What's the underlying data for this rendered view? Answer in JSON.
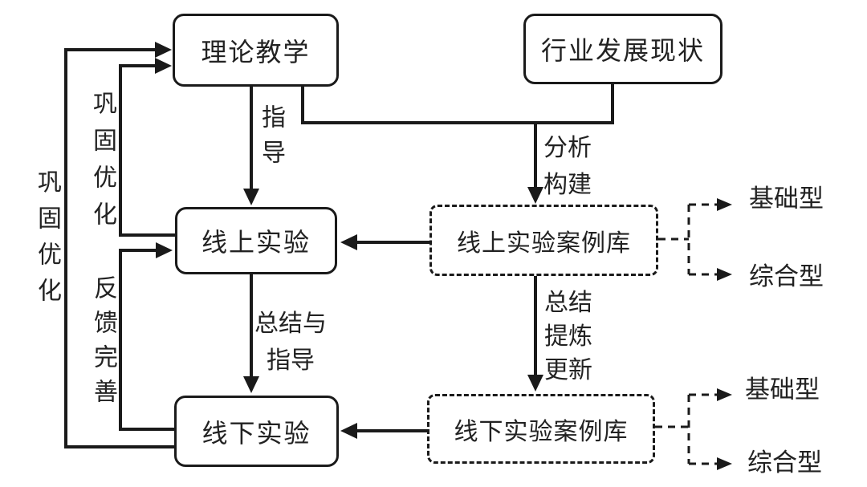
{
  "diagram": {
    "background": "#ffffff",
    "line_color": "#1a1a1a",
    "text_color": "#222222",
    "nodes": {
      "theory": {
        "label": "理论教学",
        "style": "solid"
      },
      "industry": {
        "label": "行业发展现状",
        "style": "solid"
      },
      "online_experiment": {
        "label": "线上实验",
        "style": "solid"
      },
      "online_case_library": {
        "label": "线上实验案例库",
        "style": "dashed"
      },
      "offline_experiment": {
        "label": "线下实验",
        "style": "solid"
      },
      "offline_case_library": {
        "label": "线下实验案例库",
        "style": "dashed"
      },
      "online_basic_type": {
        "label": "基础型"
      },
      "online_comprehensive_type": {
        "label": "综合型"
      },
      "offline_basic_type": {
        "label": "基础型"
      },
      "offline_comprehensive_type": {
        "label": "综合型"
      }
    },
    "edge_labels": {
      "guidance": "指导",
      "analyze_construct": "分析\n构建",
      "summarize_and_guide": "总结与\n指导",
      "summarize_refine_update": "总结\n提炼\n更新",
      "consolidate_optimize_outer": "巩固优化",
      "consolidate_optimize_inner": "巩固优化",
      "feedback_improve": "反馈完善"
    }
  }
}
